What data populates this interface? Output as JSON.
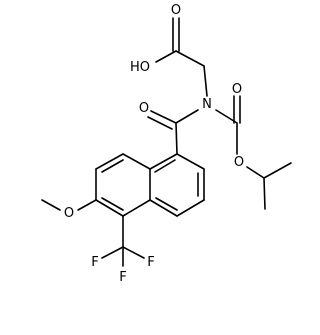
{
  "molecule": {
    "atom_labels": {
      "oxygen_carbonyl_acid": "O",
      "hydroxyl": "HO",
      "nitrogen": "N",
      "oxygen_amide": "O",
      "oxygen_carbamate_carbonyl": "O",
      "oxygen_carbamate_ester": "O",
      "oxygen_methoxy": "O",
      "fluorine_left": "F",
      "fluorine_bottom": "F",
      "fluorine_right": "F"
    }
  }
}
